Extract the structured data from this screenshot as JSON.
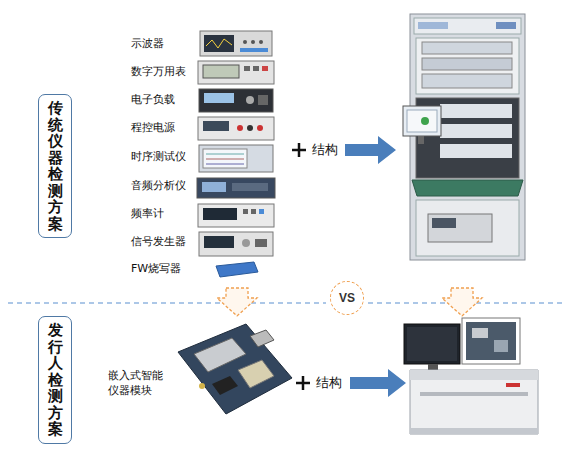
{
  "diagram": {
    "nodes": [
      {
        "text": [
          "传统仪器检测方案"
        ]
      },
      {
        "text": [
          "VS"
        ]
      },
      {
        "text": [
          "发行人检测方案"
        ]
      }
    ],
    "labels": [
      "示波器",
      "数字万用表",
      "电子负载",
      "程控电源",
      "时序测试仪",
      "音频分析仪",
      "频率计",
      "信号发生器",
      "FW烧写器",
      "结构",
      "嵌入式智能 仪器模块",
      "结构"
    ]
  }
}
